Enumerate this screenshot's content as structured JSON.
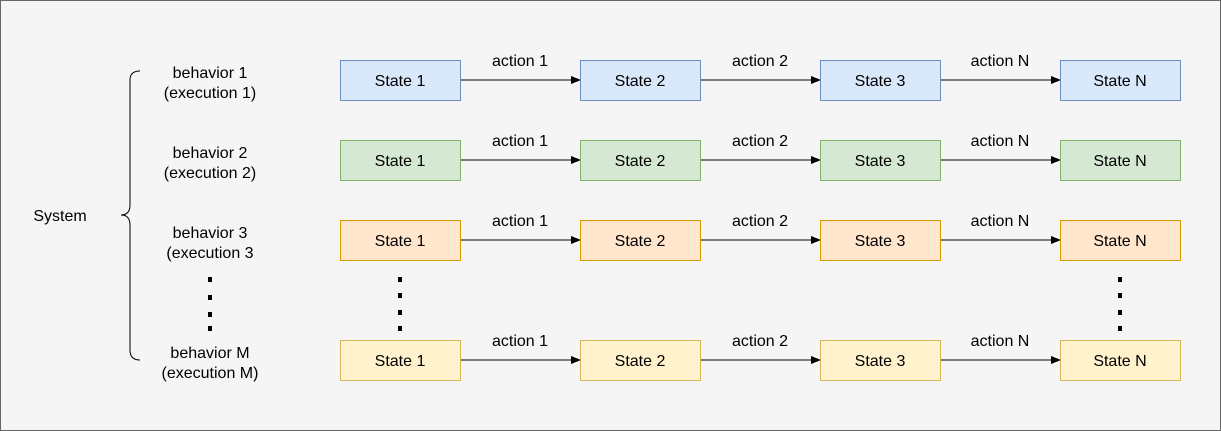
{
  "system_label": "System",
  "behaviors": [
    {
      "label_line1": "behavior 1",
      "label_line2": "(execution 1)",
      "color": {
        "fill": "#dae8fc",
        "stroke": "#6c8ebf"
      },
      "states": [
        "State 1",
        "State 2",
        "State 3",
        "State N"
      ],
      "actions": [
        "action 1",
        "action 2",
        "action N"
      ]
    },
    {
      "label_line1": "behavior 2",
      "label_line2": "(execution 2)",
      "color": {
        "fill": "#d5e8d4",
        "stroke": "#82b366"
      },
      "states": [
        "State 1",
        "State 2",
        "State 3",
        "State N"
      ],
      "actions": [
        "action 1",
        "action 2",
        "action N"
      ]
    },
    {
      "label_line1": "behavior 3",
      "label_line2": "(execution 3",
      "color": {
        "fill": "#ffe6cc",
        "stroke": "#d79b00"
      },
      "states": [
        "State 1",
        "State 2",
        "State 3",
        "State N"
      ],
      "actions": [
        "action 1",
        "action 2",
        "action N"
      ]
    },
    {
      "label_line1": "behavior M",
      "label_line2": "(execution M)",
      "color": {
        "fill": "#fff2cc",
        "stroke": "#d6b656"
      },
      "states": [
        "State 1",
        "State 2",
        "State 3",
        "State N"
      ],
      "actions": [
        "action 1",
        "action 2",
        "action N"
      ]
    }
  ],
  "colors": {
    "background": "#f5f5f5",
    "border": "#666666",
    "line": "#000000"
  }
}
